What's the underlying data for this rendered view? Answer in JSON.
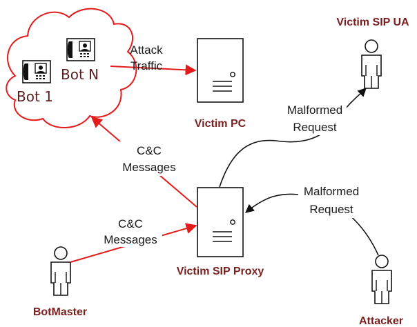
{
  "nodes": {
    "victim_pc": "Victim PC",
    "victim_sip_ua": "Victim SIP UA",
    "victim_sip_proxy": "Victim SIP Proxy",
    "botmaster": "BotMaster",
    "attacker": "Attacker",
    "bot_1": "Bot 1",
    "bot_n": "Bot N"
  },
  "edges": {
    "attack_traffic": [
      "Attack",
      "Traffic"
    ],
    "cc_messages_upper": [
      "C&C",
      "Messages"
    ],
    "cc_messages_lower": [
      "C&C",
      "Messages"
    ],
    "malformed_request_ua": [
      "Malformed",
      "Request"
    ],
    "malformed_request_proxy": [
      "Malformed",
      "Request"
    ]
  },
  "colors": {
    "red": "#e31b1b",
    "black": "#111111",
    "title": "#7b1e1e",
    "bot_text": "#5a1f1f"
  },
  "icons": {
    "server": "server-icon",
    "person": "person-icon",
    "phone": "video-phone-icon",
    "cloud": "cloud-shape"
  }
}
